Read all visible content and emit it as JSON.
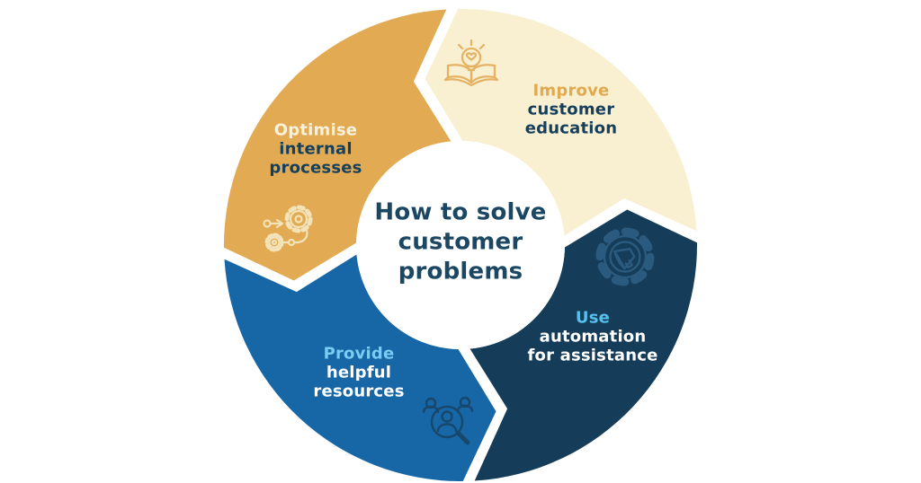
{
  "diagram": {
    "type": "cycle",
    "flow_direction": "counterclockwise",
    "background_color": "#FFFFFF"
  },
  "center": {
    "lines": [
      "How to solve",
      "customer",
      "problems"
    ],
    "text_color": "#1B4763",
    "circle_color": "#FFFFFF"
  },
  "segments": [
    {
      "name": "optimise-internal-processes",
      "position": "top-left",
      "color": "#E2AB53",
      "accent_color": "#FAF1DB",
      "text_color": "#163F5C",
      "icon": "process-flow-gears-icon",
      "icon_color": "#F3E3B9",
      "lines": [
        "Optimise",
        "internal",
        "processes"
      ]
    },
    {
      "name": "improve-customer-education",
      "position": "top-right",
      "color": "#F9EFD1",
      "accent_color": "#E2A94E",
      "text_color": "#163F5C",
      "icon": "book-lightbulb-icon",
      "icon_color": "#E4B262",
      "lines": [
        "Improve",
        "customer",
        "education"
      ]
    },
    {
      "name": "use-automation-for-assistance",
      "position": "bottom-right",
      "color": "#153C59",
      "accent_color": "#55C1ED",
      "text_color": "#FFFFFF",
      "icon": "gear-megaphone-icon",
      "icon_color": "#2A5B7E",
      "lines": [
        "Use",
        "automation",
        "for assistance"
      ]
    },
    {
      "name": "provide-helpful-resources",
      "position": "bottom-left",
      "color": "#1767A7",
      "accent_color": "#79CDF3",
      "text_color": "#FFFFFF",
      "icon": "people-search-icon",
      "icon_color": "#17476B",
      "lines": [
        "Provide",
        "helpful",
        "resources"
      ]
    }
  ]
}
